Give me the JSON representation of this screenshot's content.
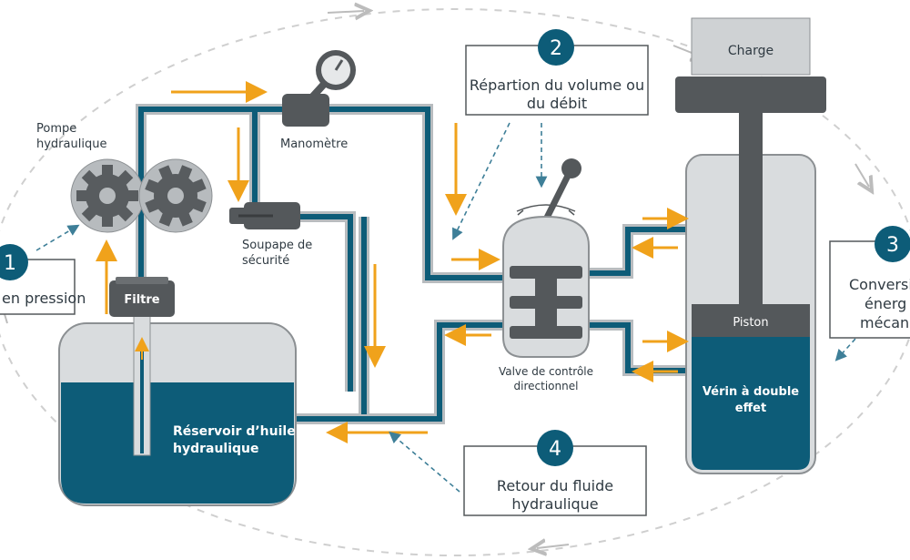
{
  "labels": {
    "pump": [
      "Pompe",
      "hydraulique"
    ],
    "manometer": "Manomètre",
    "safety_valve": [
      "Soupape de",
      "sécurité"
    ],
    "filter": "Filtre",
    "reservoir": [
      "Réservoir d’huile",
      "hydraulique"
    ],
    "valve": [
      "Valve de contrôle",
      "directionnel"
    ],
    "charge": "Charge",
    "piston": "Piston",
    "cylinder": [
      "Vérin à double",
      "effet"
    ]
  },
  "steps": [
    {
      "number": "1",
      "lines": [
        "en pression"
      ]
    },
    {
      "number": "2",
      "lines": [
        "Répartion du volume ou",
        "du débit"
      ]
    },
    {
      "number": "3",
      "lines": [
        "Conversion",
        "énerg",
        "mécani"
      ]
    },
    {
      "number": "4",
      "lines": [
        "Retour du fluide",
        "hydraulique"
      ]
    }
  ],
  "colors": {
    "pipe_fill": "#0d5c78",
    "pipe_outline": "#b8bcbf",
    "arrow": "#f0a21b",
    "badge": "#0d5c78",
    "gray_component": "#54585b",
    "body_gray": "#d9dcde",
    "oil": "#0d5c78"
  }
}
